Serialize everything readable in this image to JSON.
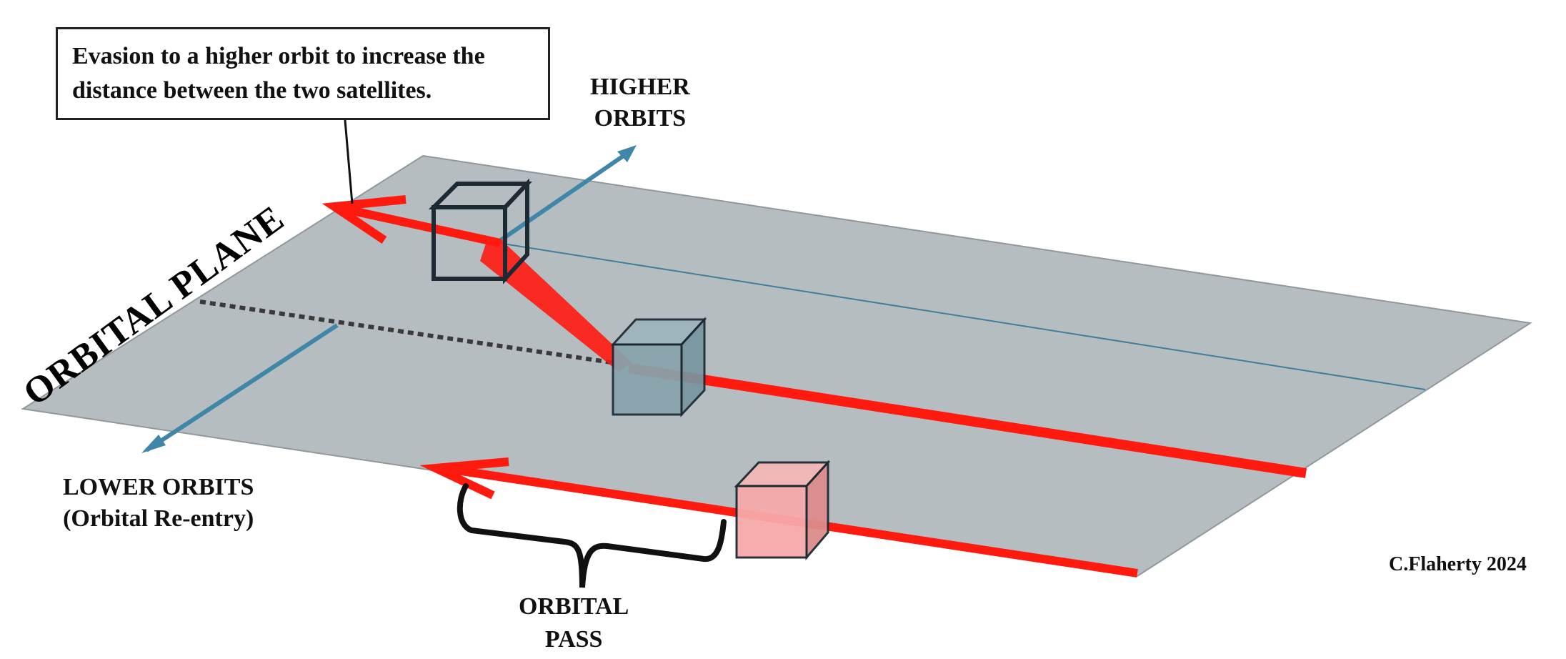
{
  "callout": {
    "line1": "Evasion to a higher orbit to increase the",
    "line2": "distance between the two satellites."
  },
  "labels": {
    "plane": "ORBITAL PLANE",
    "higher_line1": "HIGHER",
    "higher_line2": "ORBITS",
    "lower_line1": "LOWER ORBITS",
    "lower_line2": "(Orbital Re-entry)",
    "pass_line1": "ORBITAL",
    "pass_line2": "PASS",
    "credit": "C.Flaherty 2024"
  },
  "colors": {
    "plane": "#b6bdc1",
    "path": "#ff1a10",
    "axis": "#3f86a8",
    "satellite_evading": "#8aa6b0",
    "satellite_other": "#f6a8a8",
    "cube_edge": "#1d2a33"
  }
}
